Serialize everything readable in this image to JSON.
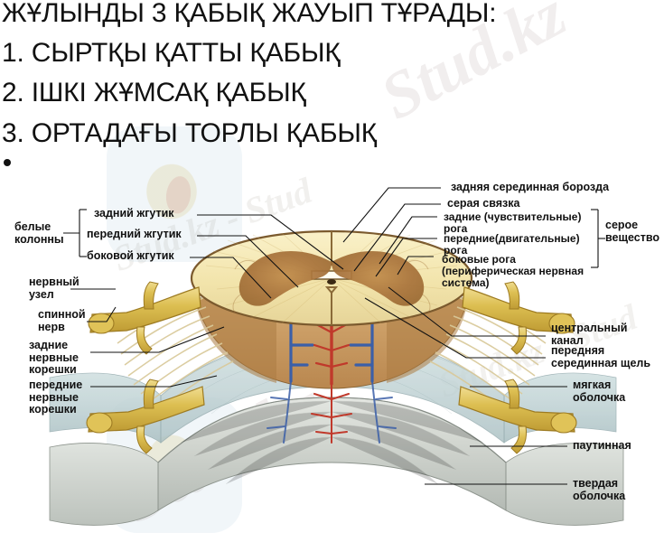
{
  "title": {
    "lines": [
      "ЖҰЛЫНДЫ 3 ҚАБЫҚ ЖАУЫП ТҰРАДЫ:",
      "1. СЫРТҚЫ ҚАТТЫ ҚАБЫҚ",
      "2. ІШКІ ЖҰМСАҚ ҚАБЫҚ",
      "3. ОРТАДАҒЫ ТОРЛЫ ҚАБЫҚ"
    ],
    "bullet": "•"
  },
  "watermark": {
    "brand": "Stud.kz",
    "brand_long": "Stud.kz",
    "faint": "Stud.kz - Stud"
  },
  "diagram": {
    "title_semantic": "spinal-cord-cross-section",
    "left_labels": [
      {
        "id": "belye-kolonny",
        "text": "белые\nколонны"
      },
      {
        "id": "zadniy-zhgutik",
        "text": "задний жгутик"
      },
      {
        "id": "peredniy-zhgutik",
        "text": "передний жгутик"
      },
      {
        "id": "bokovoy-zhgutik",
        "text": "боковой жгутик"
      },
      {
        "id": "nervnyy-uzel",
        "text": "нервный\nузел"
      },
      {
        "id": "spinnoy-nerv",
        "text": "спинной\nнерв"
      },
      {
        "id": "zadnie-nervnye-koreshki",
        "text": "задние\nнервные\nкорешки"
      },
      {
        "id": "perednie-nervnye-koreshki",
        "text": "передние\nнервные\nкорешки"
      }
    ],
    "right_labels": [
      {
        "id": "zadnyaya-sredinnaya-borozda",
        "text": "задняя серединная борозда"
      },
      {
        "id": "seraya-svyazka",
        "text": "серая связка"
      },
      {
        "id": "zadnie-roga",
        "text": "задние (чувствительные)\nрога"
      },
      {
        "id": "perednie-roga",
        "text": "передние(двигательные)\nрога"
      },
      {
        "id": "bokovye-roga",
        "text": "боковые рога\n(периферическая нервная\nсистема)"
      },
      {
        "id": "seroe-veschestvo",
        "text": "серое\nвещество"
      },
      {
        "id": "centralnyy-kanal",
        "text": "центральный\nканал"
      },
      {
        "id": "perednyaya-sredinnaya-schel",
        "text": "передняя\nсерединная щель"
      },
      {
        "id": "myagkaya-obolochka",
        "text": "мягкая\nоболочка"
      },
      {
        "id": "pautinnaya",
        "text": "паутинная"
      },
      {
        "id": "tverdaya-obolochka",
        "text": "твердая\nоболочка"
      }
    ]
  },
  "colors": {
    "white_matter": "#f3e7b4",
    "gray_matter": "#b07a3c",
    "nerve_yellow": "#d6b44a",
    "dura": "#c9cfc9",
    "artery_red": "#c0392b",
    "vein_blue": "#3b5fa8",
    "outline": "#6b4a26",
    "text": "#111111"
  }
}
